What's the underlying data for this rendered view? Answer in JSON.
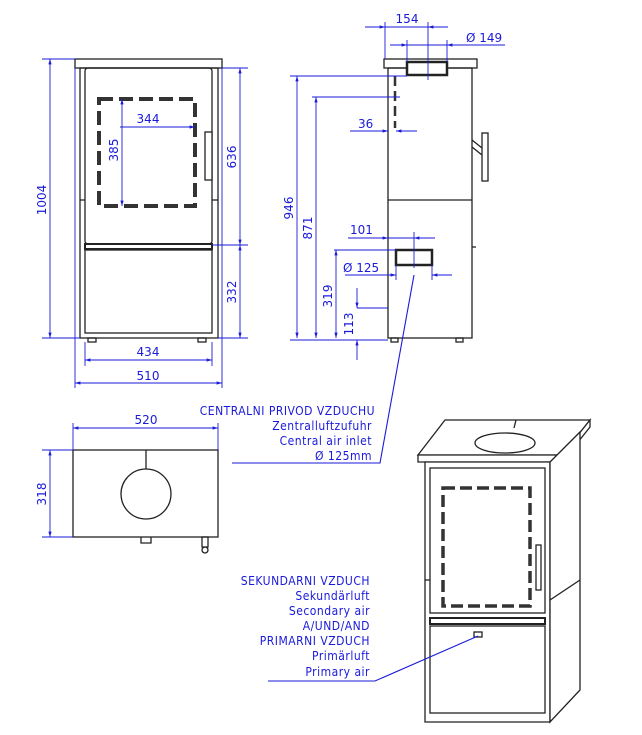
{
  "dims": {
    "front": {
      "height_total": "1004",
      "height_upper": "636",
      "height_lower": "332",
      "width_inner": "434",
      "width_total": "510",
      "glass_width": "344",
      "glass_height": "385"
    },
    "side": {
      "flue_offset": "154",
      "flue_diameter": "Ø 149",
      "height_flue": "946",
      "height_top": "871",
      "offset_36": "36",
      "inlet_offset": "101",
      "inlet_diameter": "Ø 125",
      "inlet_height": "319",
      "inlet_low": "113"
    },
    "top": {
      "width": "520",
      "depth": "318"
    }
  },
  "labels": {
    "central_air": [
      "CENTRALNI PRIVOD VZDUCHU",
      "Zentralluftzufuhr",
      "Central air inlet",
      "Ø 125mm"
    ],
    "air": [
      "SEKUNDARNI VZDUCH",
      "Sekundärluft",
      "Secondary air",
      "A/UND/AND",
      "PRIMARNI VZDUCH",
      "Primärluft",
      "Primary air"
    ]
  },
  "colors": {
    "dimension": "#1a1adb",
    "outline": "#222222"
  }
}
